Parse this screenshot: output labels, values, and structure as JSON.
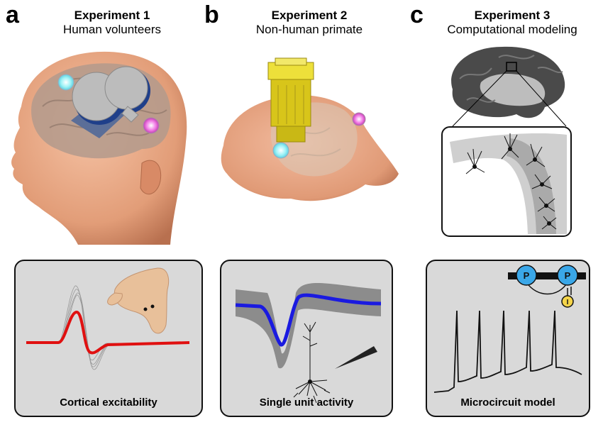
{
  "panels": [
    {
      "letter": "a",
      "title": "Experiment 1",
      "subtitle": "Human volunteers",
      "caption": "Cortical excitability"
    },
    {
      "letter": "b",
      "title": "Experiment 2",
      "subtitle": "Non-human primate",
      "caption": "Single unit activity"
    },
    {
      "letter": "c",
      "title": "Experiment 3",
      "subtitle": "Computational modeling",
      "caption": "Microcircuit model"
    }
  ],
  "circuit": {
    "node1": "P",
    "node2": "P",
    "node3": "I"
  },
  "colors": {
    "skin": "#e8a37f",
    "brain": "#b39a8c",
    "red_trace": "#e01010",
    "blue_trace": "#1a1ae0",
    "node_blue": "#3aa7e8",
    "node_yellow": "#f4d44a",
    "electrode_yellow": "#e6d82a",
    "cyan_electrode": "#9ff3f7",
    "magenta_electrode": "#f27ce6"
  }
}
